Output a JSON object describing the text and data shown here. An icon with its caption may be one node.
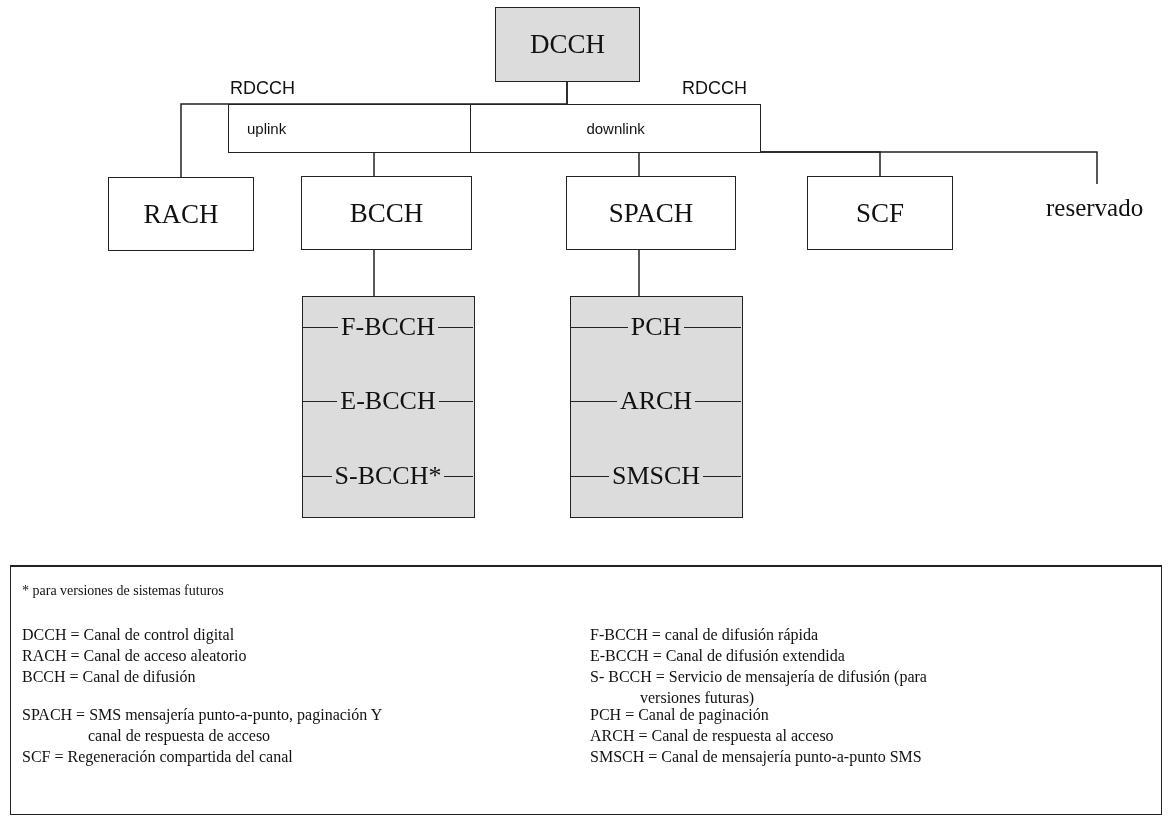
{
  "diagram": {
    "nodes": [
      {
        "text": [
          "DCCH"
        ]
      },
      {
        "text": [
          "uplink",
          "downlink"
        ]
      },
      {
        "text": [
          "RACH"
        ]
      },
      {
        "text": [
          "BCCH"
        ]
      },
      {
        "text": [
          "SPACH"
        ]
      },
      {
        "text": [
          "SCF"
        ]
      },
      {
        "text": [
          "reservado"
        ]
      },
      {
        "text": [],
        "shape": "box"
      },
      {
        "text": [
          "F-BCCH"
        ],
        "in": 7
      },
      {
        "text": [
          "E-BCCH"
        ],
        "in": 7
      },
      {
        "text": [
          "S-BCCH*"
        ],
        "in": 7
      },
      {
        "text": [],
        "shape": "box"
      },
      {
        "text": [
          "PCH"
        ],
        "in": 11
      },
      {
        "text": [
          "ARCH"
        ],
        "in": 11
      },
      {
        "text": [
          "SMSCH"
        ],
        "in": 11
      }
    ],
    "edges": [
      {
        "from": 0,
        "to": 1,
        "arrow": "none"
      },
      {
        "from": 0,
        "to": 2,
        "arrow": "none"
      },
      {
        "from": 1,
        "to": 3,
        "arrow": "none"
      },
      {
        "from": 1,
        "to": 4,
        "arrow": "none"
      },
      {
        "from": 1,
        "to": 5,
        "arrow": "none"
      },
      {
        "from": 1,
        "to": 6,
        "arrow": "none"
      },
      {
        "from": 3,
        "to": 7,
        "arrow": "none"
      },
      {
        "from": 4,
        "to": 11,
        "arrow": "none"
      }
    ],
    "labels": [
      "RDCCH",
      "RDCCH",
      "* para versiones de sistemas futuros",
      "DCCH = Canal de control digital",
      "RACH = Canal de acceso aleatorio",
      "BCCH = Canal de difusión",
      "SPACH = SMS mensajería punto-a-punto, paginación Y canal de respuesta de acceso",
      "SCF = Regeneración compartida del canal",
      "F-BCCH = canal de difusión rápida",
      "E-BCCH = Canal de difusión extendida",
      "S- BCCH = Servicio de mensajería de difusión (para versiones futuras)",
      "PCH = Canal de paginación",
      "ARCH = Canal de respuesta al acceso",
      "SMSCH = Canal de mensajería punto-a-punto SMS"
    ]
  }
}
